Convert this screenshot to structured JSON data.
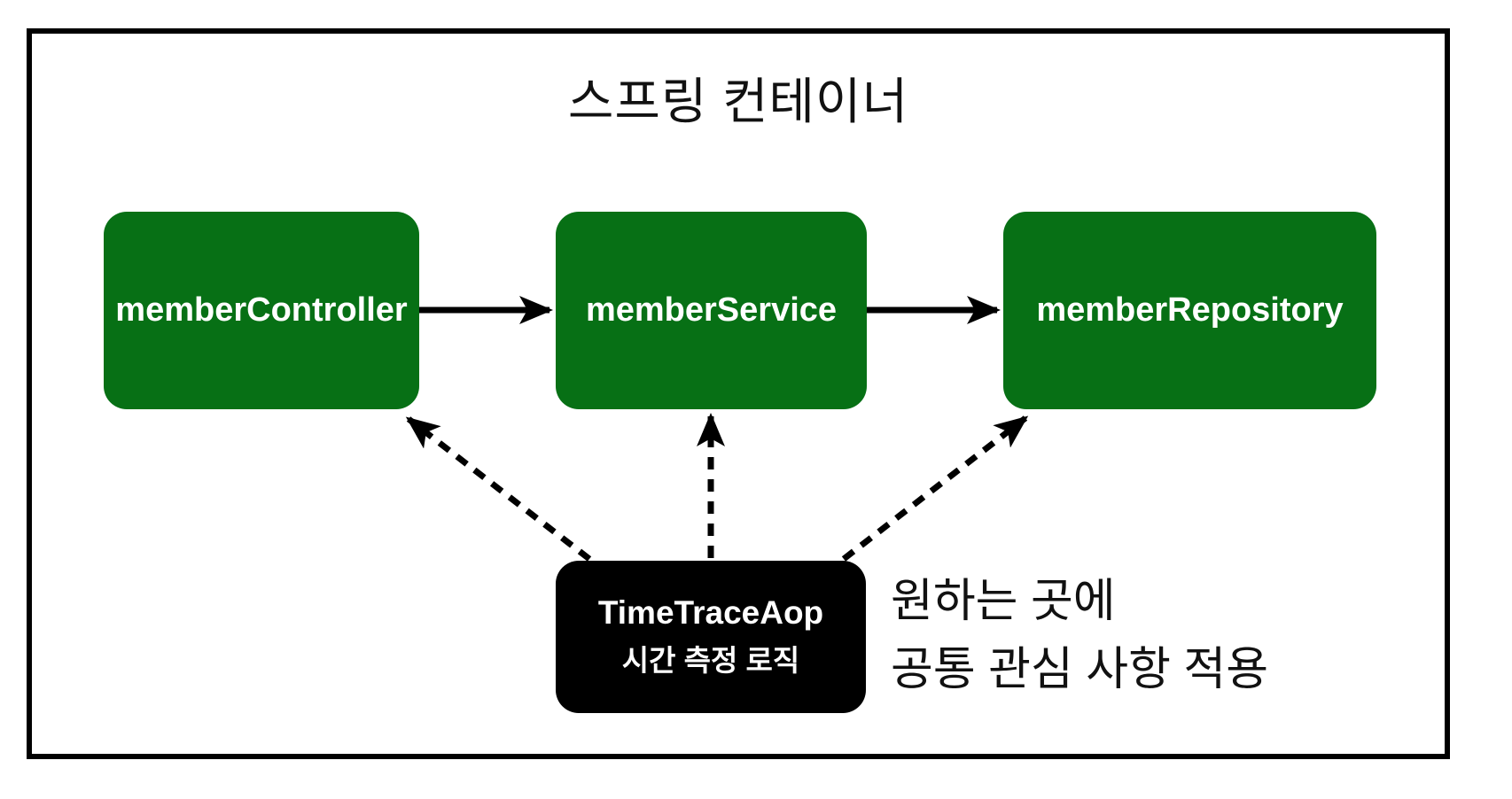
{
  "diagram": {
    "title": "스프링 컨테이너",
    "beans": [
      {
        "label": "memberController"
      },
      {
        "label": "memberService"
      },
      {
        "label": "memberRepository"
      }
    ],
    "aop_box": {
      "line1": "TimeTraceAop",
      "line2": "시간 측정 로직"
    },
    "note": {
      "line1": "원하는 곳에",
      "line2": "공통 관심 사항 적용"
    },
    "colors": {
      "background": "#ffffff",
      "border": "#000000",
      "bean_fill": "#077015",
      "aop_fill": "#000000",
      "text_on_box": "#ffffff",
      "line": "#000000"
    }
  }
}
